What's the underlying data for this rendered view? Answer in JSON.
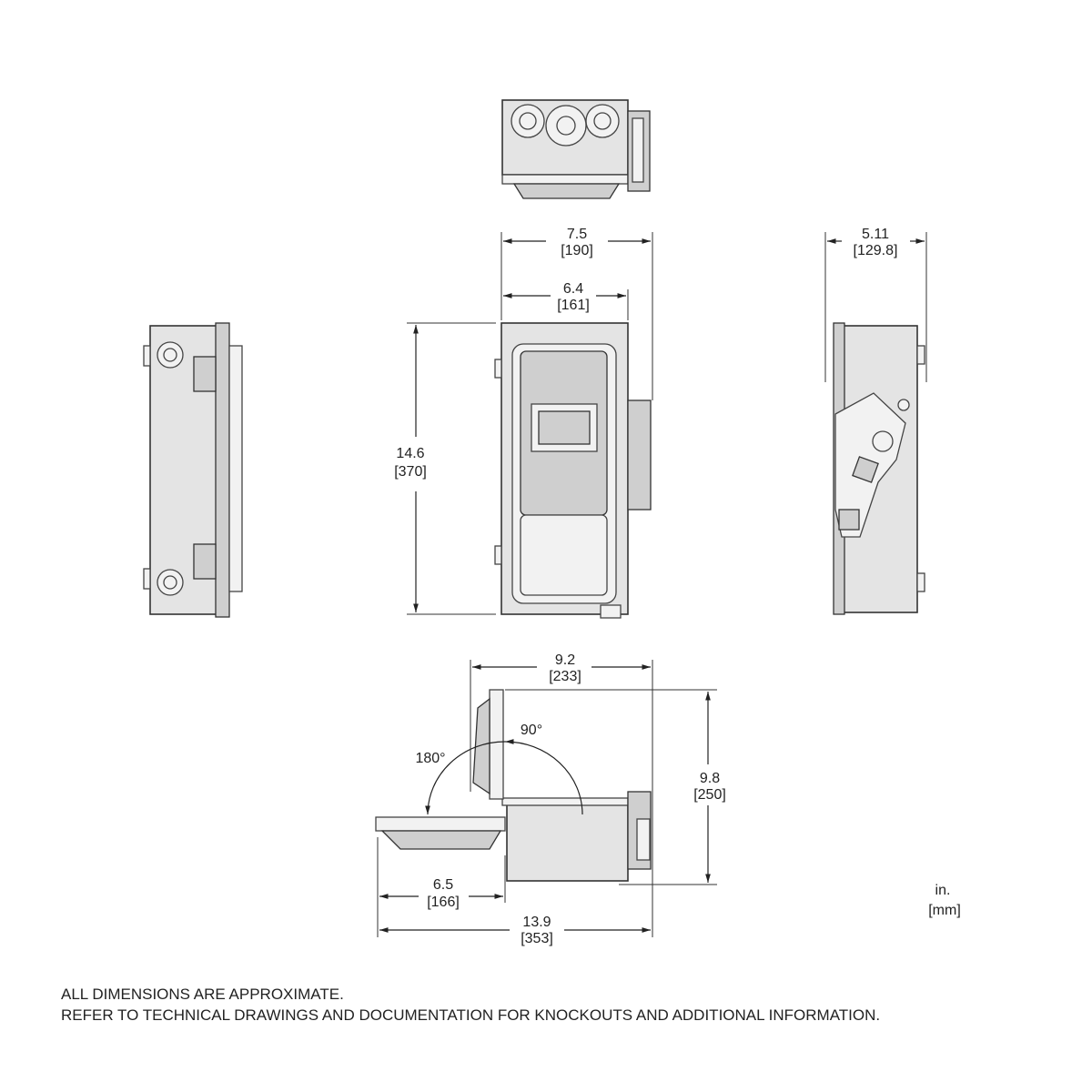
{
  "dimensions": {
    "width_overall": {
      "in": "7.5",
      "mm": "[190]"
    },
    "width_body": {
      "in": "6.4",
      "mm": "[161]"
    },
    "height": {
      "in": "14.6",
      "mm": "[370]"
    },
    "depth": {
      "in": "5.11",
      "mm": "[129.8]"
    },
    "open_width": {
      "in": "9.2",
      "mm": "[233]"
    },
    "open_height": {
      "in": "9.8",
      "mm": "[250]"
    },
    "door_swing": {
      "in": "6.5",
      "mm": "[166]"
    },
    "open_total": {
      "in": "13.9",
      "mm": "[353]"
    }
  },
  "angles": {
    "a90": "90°",
    "a180": "180°"
  },
  "units": {
    "primary": "in.",
    "secondary": "[mm]"
  },
  "notes": [
    "ALL DIMENSIONS ARE APPROXIMATE.",
    "REFER TO TECHNICAL DRAWINGS AND DOCUMENTATION FOR KNOCKOUTS AND ADDITIONAL INFORMATION."
  ]
}
